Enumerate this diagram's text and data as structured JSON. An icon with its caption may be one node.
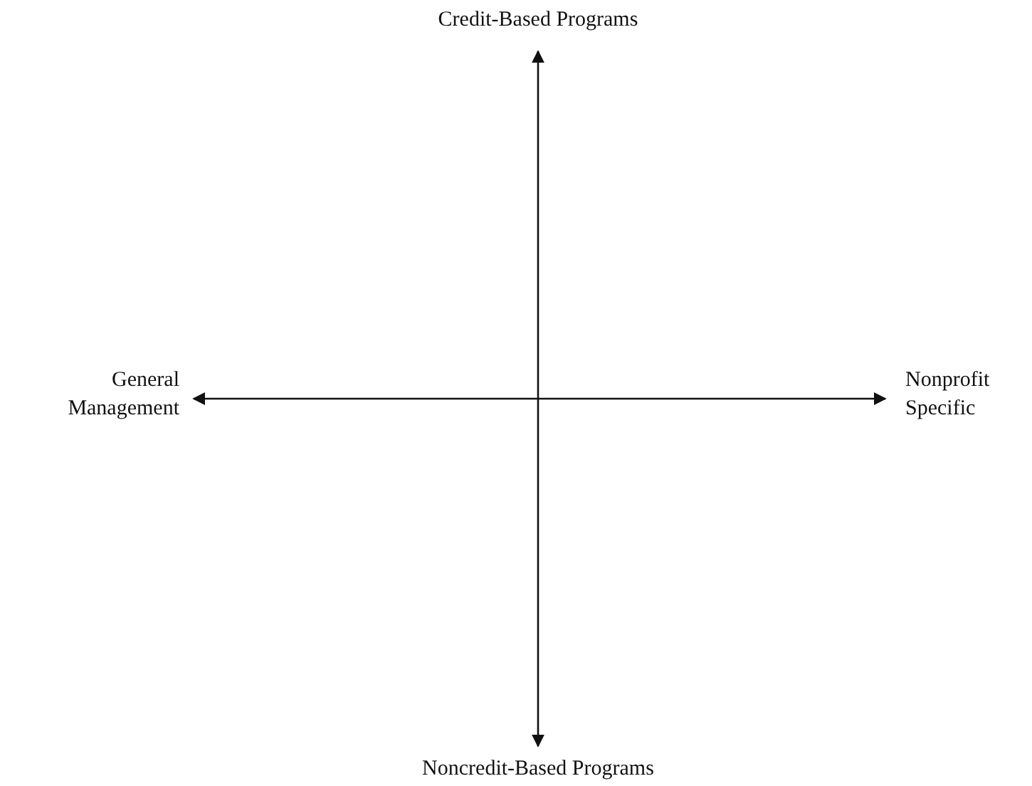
{
  "diagram": {
    "labels": [
      "Credit-Based Programs",
      "General Management",
      "Nonprofit Specific",
      "Noncredit-Based Programs"
    ]
  }
}
